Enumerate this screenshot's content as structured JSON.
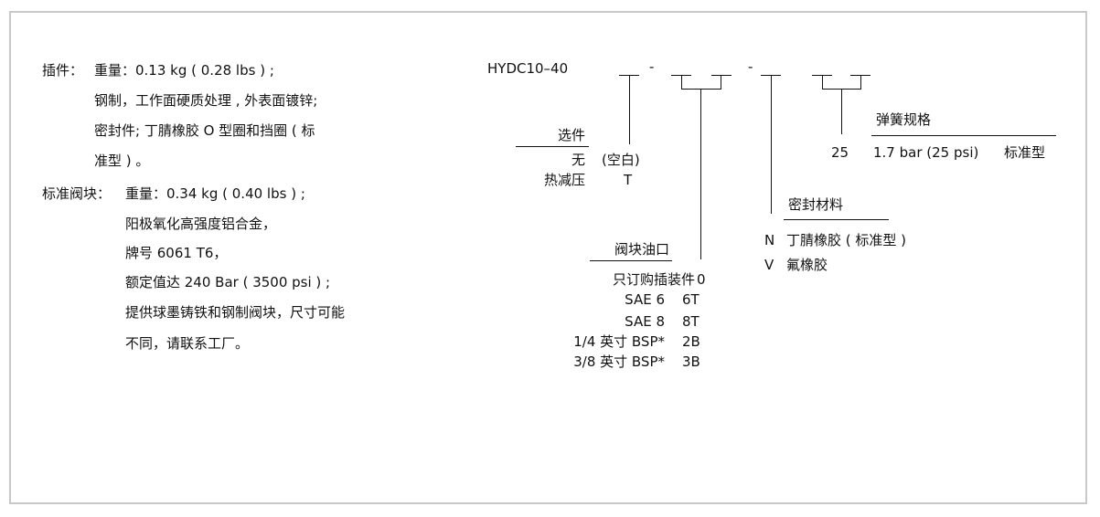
{
  "left": {
    "insert_label": "插件：",
    "insert_lines": [
      "重量：0.13 kg ( 0.28 lbs ) ;",
      "钢制，工作面硬质处理 , 外表面镀锌;",
      "密封件; 丁腈橡胶 O 型圈和挡圈 ( 标",
      "准型 ) 。"
    ],
    "block_label": "标准阀块：",
    "block_lines": [
      "重量：0.34 kg ( 0.40 lbs ) ;",
      "阳极氧化高强度铝合金，",
      "牌号 6061 T6，",
      "额定值达 240 Bar ( 3500 psi ) ;",
      "提供球墨铸铁和钢制阀块，尺寸可能",
      "不同，请联系工厂。"
    ]
  },
  "code": {
    "model": "HYDC10–40",
    "dash1": "-",
    "dash2": "-"
  },
  "options": {
    "title": "选件",
    "rows": [
      {
        "label": "无",
        "code": "(空白)"
      },
      {
        "label": "热减压",
        "code": "T"
      }
    ]
  },
  "ports": {
    "title": "阀块油口",
    "rows": [
      {
        "label": "只订购插装件",
        "code": "0"
      },
      {
        "label": "SAE 6",
        "code": "6T"
      },
      {
        "label": "SAE 8",
        "code": "8T"
      },
      {
        "label": "1/4 英寸 BSP*",
        "code": "2B"
      },
      {
        "label": "3/8 英寸 BSP*",
        "code": "3B"
      }
    ]
  },
  "seals": {
    "title": "密封材料",
    "rows": [
      {
        "code": "N",
        "label": "丁腈橡胶 ( 标准型 )"
      },
      {
        "code": "V",
        "label": "氟橡胶"
      }
    ]
  },
  "spring": {
    "title": "弹簧规格",
    "rows": [
      {
        "code": "25",
        "label": "1.7 bar (25 psi)",
        "note": "标准型"
      }
    ]
  }
}
